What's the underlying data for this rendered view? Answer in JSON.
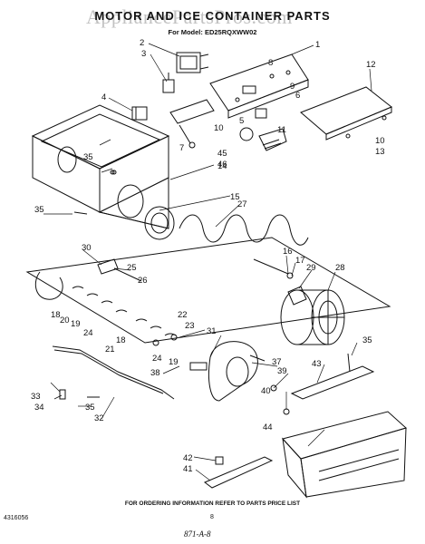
{
  "title": "MOTOR AND ICE CONTAINER PARTS",
  "model_line": "For Model: ED25RQXWW02",
  "watermark": "AppliancePartsPros.com",
  "footer_note": "FOR ORDERING INFORMATION REFER TO PARTS PRICE LIST",
  "doc_number": "4316056",
  "page_number": "8",
  "handwritten": "871-A-8",
  "callouts": [
    "1",
    "2",
    "3",
    "4",
    "5",
    "6",
    "7",
    "8",
    "9",
    "10",
    "10",
    "11",
    "12",
    "13",
    "14",
    "15",
    "16",
    "17",
    "18",
    "18",
    "19",
    "19",
    "20",
    "21",
    "22",
    "23",
    "24",
    "24",
    "25",
    "26",
    "27",
    "28",
    "29",
    "30",
    "31",
    "32",
    "33",
    "34",
    "35",
    "35",
    "35",
    "35",
    "37",
    "38",
    "39",
    "40",
    "41",
    "42",
    "43",
    "44",
    "45",
    "46"
  ]
}
